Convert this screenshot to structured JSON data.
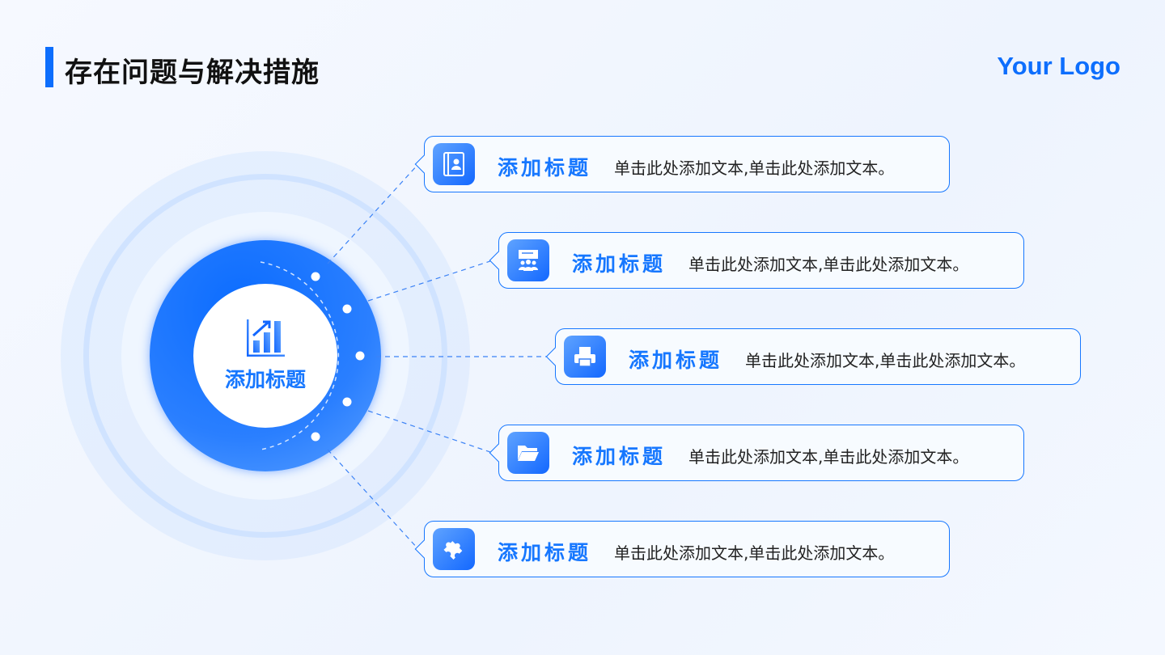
{
  "header": {
    "title": "存在问题与解决措施",
    "logo": "Your Logo"
  },
  "center": {
    "title": "添加标题",
    "icon": "bar-chart-up-icon"
  },
  "items": [
    {
      "title": "添加标题",
      "desc": "单击此处添加文本,单击此处添加文本。",
      "icon": "contact-book-icon"
    },
    {
      "title": "添加标题",
      "desc": "单击此处添加文本,单击此处添加文本。",
      "icon": "presentation-team-icon"
    },
    {
      "title": "添加标题",
      "desc": "单击此处添加文本,单击此处添加文本。",
      "icon": "printer-icon"
    },
    {
      "title": "添加标题",
      "desc": "单击此处添加文本,单击此处添加文本。",
      "icon": "folder-icon"
    },
    {
      "title": "添加标题",
      "desc": "单击此处添加文本,单击此处添加文本。",
      "icon": "puzzle-icon"
    }
  ],
  "colors": {
    "accent": "#1677ff",
    "title_bar": "#0d6efd"
  }
}
